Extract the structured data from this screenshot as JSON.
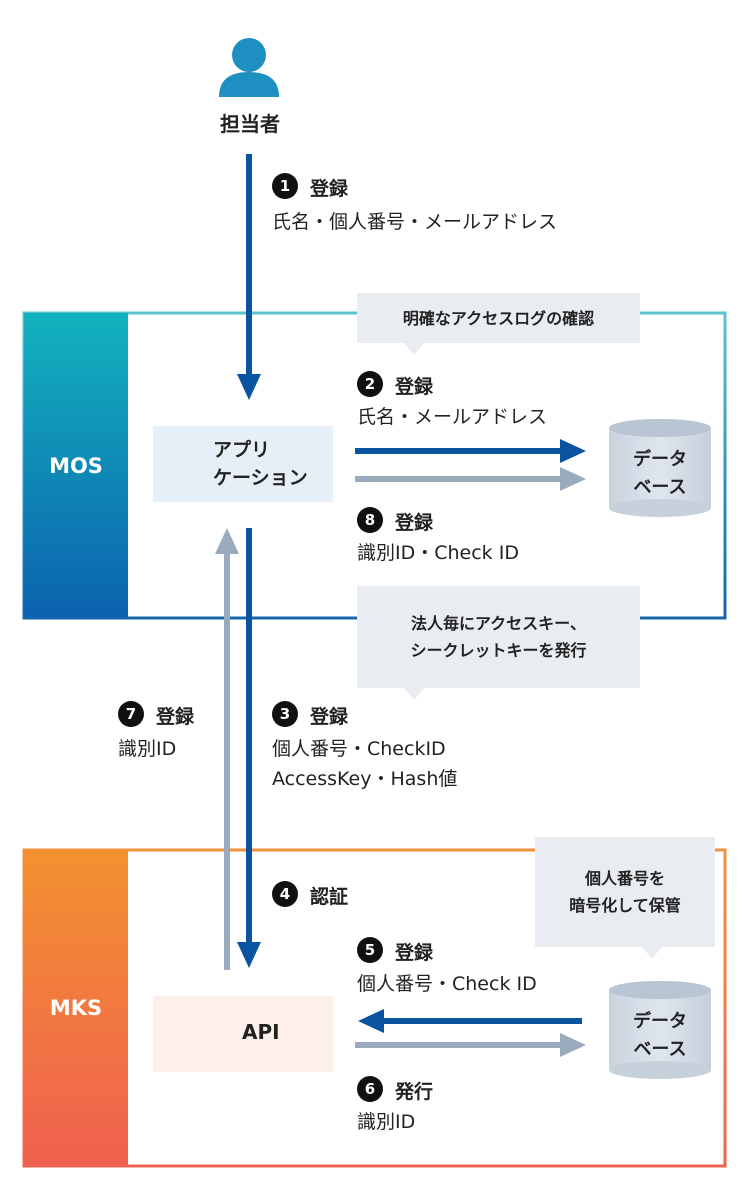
{
  "user": {
    "label": "担当者",
    "icon": "person-icon"
  },
  "steps": [
    {
      "num": "1",
      "title": "登録",
      "desc": [
        "氏名・個人番号・メールアドレス"
      ]
    },
    {
      "num": "2",
      "title": "登録",
      "desc": [
        "氏名・メールアドレス"
      ]
    },
    {
      "num": "3",
      "title": "登録",
      "desc": [
        "個人番号・CheckID",
        "AccessKey・Hash値"
      ]
    },
    {
      "num": "4",
      "title": "認証",
      "desc": []
    },
    {
      "num": "5",
      "title": "登録",
      "desc": [
        "個人番号・Check ID"
      ]
    },
    {
      "num": "6",
      "title": "発行",
      "desc": [
        "識別ID"
      ]
    },
    {
      "num": "7",
      "title": "登録",
      "desc": [
        "識別ID"
      ]
    },
    {
      "num": "8",
      "title": "登録",
      "desc": [
        "識別ID・Check ID"
      ]
    }
  ],
  "systems": {
    "mos": {
      "label": "MOS",
      "accent": "#0f9fb8",
      "border": "#4fbfc6"
    },
    "mks": {
      "label": "MKS",
      "accent": "#f07a3a",
      "border": "#f3873e"
    }
  },
  "app": {
    "line1": "アプリ",
    "line2": "ケーション",
    "icon": "gears-icon",
    "color": "#1d8fc0"
  },
  "api": {
    "label": "API",
    "icon": "gears-icon",
    "color": "#f07a3a"
  },
  "db_mos": {
    "line1": "データ",
    "line2": "ベース",
    "icon": "database-icon"
  },
  "db_mks": {
    "line1": "データ",
    "line2": "ベース",
    "icon": "database-icon"
  },
  "notes": {
    "log": [
      "明確なアクセスログの確認"
    ],
    "keys": [
      "法人毎にアクセスキー、",
      "シークレットキーを発行"
    ],
    "encrypt": [
      "個人番号を",
      "暗号化して保管"
    ]
  },
  "colors": {
    "dark_arrow": "#0a53a0",
    "light_arrow": "#9aabbd",
    "note_bg": "#e9edf1"
  }
}
